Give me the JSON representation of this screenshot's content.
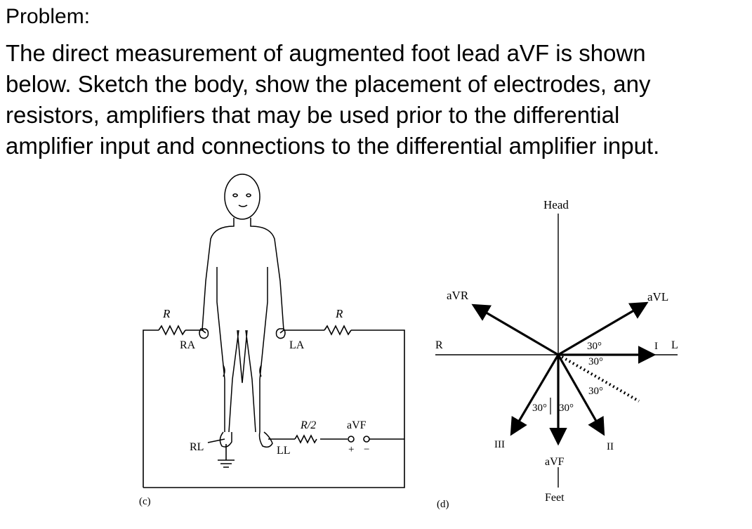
{
  "problem": {
    "heading": "Problem:",
    "lines": [
      "The direct measurement of augmented foot lead aVF is shown",
      "below. Sketch the body, show the placement of electrodes, any",
      "resistors, amplifiers that may be used prior to the differential",
      "amplifier input and connections to the differential amplifier input."
    ]
  },
  "figure_c": {
    "caption": "(c)",
    "resistor_left_label": "R",
    "resistor_right_label": "R",
    "resistor_half_label": "R/2",
    "electrode_ra": "RA",
    "electrode_la": "LA",
    "electrode_rl": "RL",
    "electrode_ll": "LL",
    "output_label": "aVF",
    "plus_sign": "+",
    "minus_sign": "−"
  },
  "figure_d": {
    "caption": "(d)",
    "axis_top": "Head",
    "axis_bottom": "Feet",
    "lead_avr": "aVR",
    "lead_avl": "aVL",
    "lead_avf": "aVF",
    "lead_ii": "II",
    "lead_iii": "III",
    "lead_i": "I",
    "left_marker": "R",
    "right_marker": "L",
    "angle_1": "30°",
    "angle_2": "30°",
    "angle_3": "30°",
    "angle_4": "30°",
    "angle_5": "30°"
  }
}
